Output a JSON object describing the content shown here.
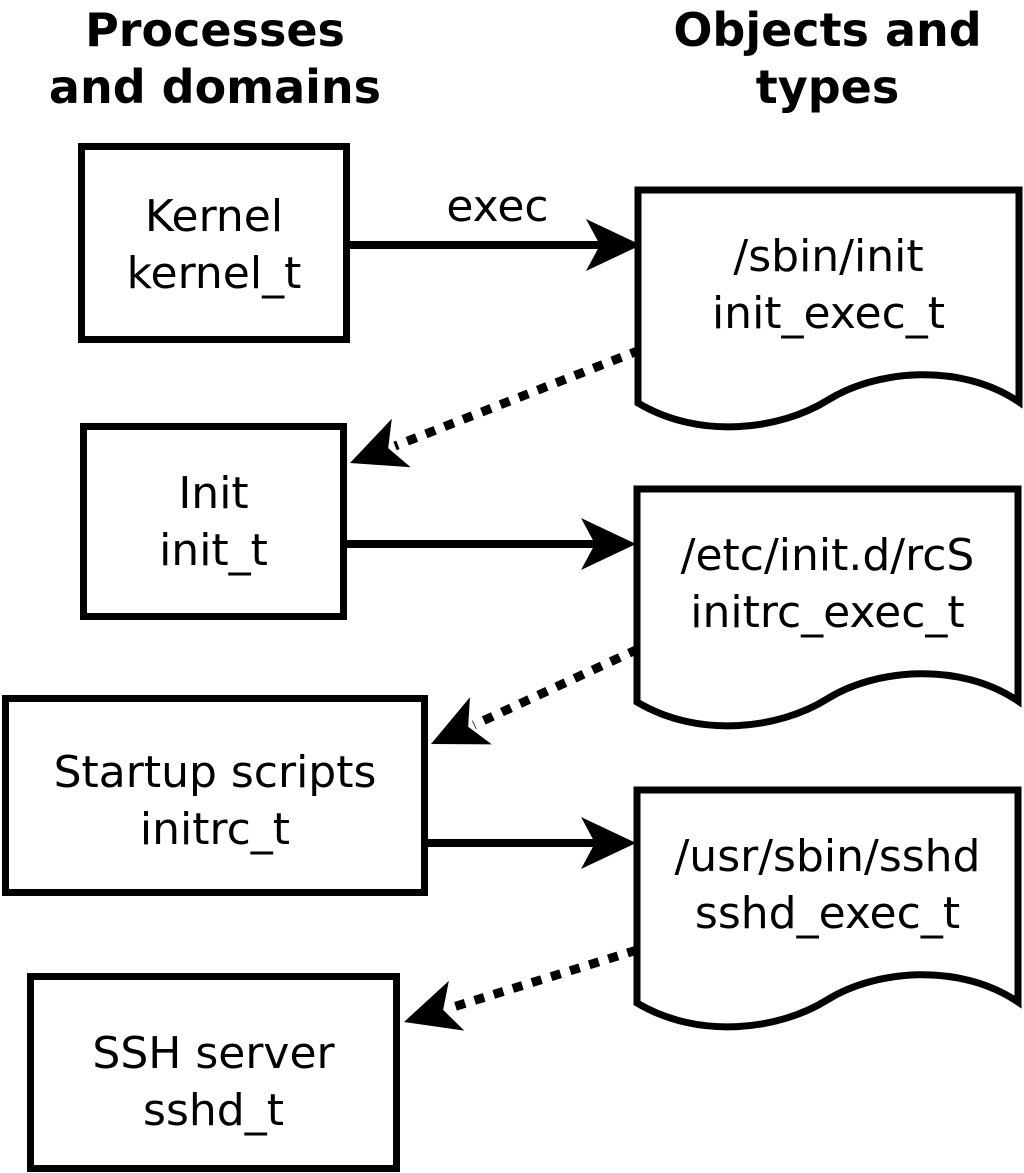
{
  "diagram": {
    "left_heading": "Processes\nand domains",
    "right_heading": "Objects and\ntypes",
    "exec_label": "exec",
    "process_boxes": [
      {
        "id": "kernel",
        "process": "Kernel",
        "domain_type": "kernel_t",
        "label": "Kernel\nkernel_t"
      },
      {
        "id": "init",
        "process": "Init",
        "domain_type": "init_t",
        "label": "Init\ninit_t"
      },
      {
        "id": "startup-scripts",
        "process": "Startup scripts",
        "domain_type": "initrc_t",
        "label": "Startup scripts\ninitrc_t"
      },
      {
        "id": "ssh-server",
        "process": "SSH server",
        "domain_type": "sshd_t",
        "label": "SSH server\nsshd_t"
      }
    ],
    "object_docs": [
      {
        "id": "sbin-init",
        "path": "/sbin/init",
        "object_type": "init_exec_t",
        "label": "/sbin/init\ninit_exec_t"
      },
      {
        "id": "etc-initd-rcs",
        "path": "/etc/init.d/rcS",
        "object_type": "initrc_exec_t",
        "label": "/etc/init.d/rcS\ninitrc_exec_t"
      },
      {
        "id": "usr-sbin-sshd",
        "path": "/usr/sbin/sshd",
        "object_type": "sshd_exec_t",
        "label": "/usr/sbin/sshd\nsshd_exec_t"
      }
    ],
    "edges": {
      "solid_exec_arrows": [
        {
          "from": "Kernel (kernel_t)",
          "to": "/sbin/init",
          "label": "exec"
        },
        {
          "from": "Init (init_t)",
          "to": "/etc/init.d/rcS",
          "label": ""
        },
        {
          "from": "Startup scripts (initrc_t)",
          "to": "/usr/sbin/sshd",
          "label": ""
        }
      ],
      "dotted_transition_arrows": [
        {
          "from": "/sbin/init",
          "to": "Init (init_t)"
        },
        {
          "from": "/etc/init.d/rcS",
          "to": "Startup scripts (initrc_t)"
        },
        {
          "from": "/usr/sbin/sshd",
          "to": "SSH server (sshd_t)"
        }
      ]
    },
    "colors": {
      "foreground": "#000000",
      "background": "#ffffff"
    }
  }
}
